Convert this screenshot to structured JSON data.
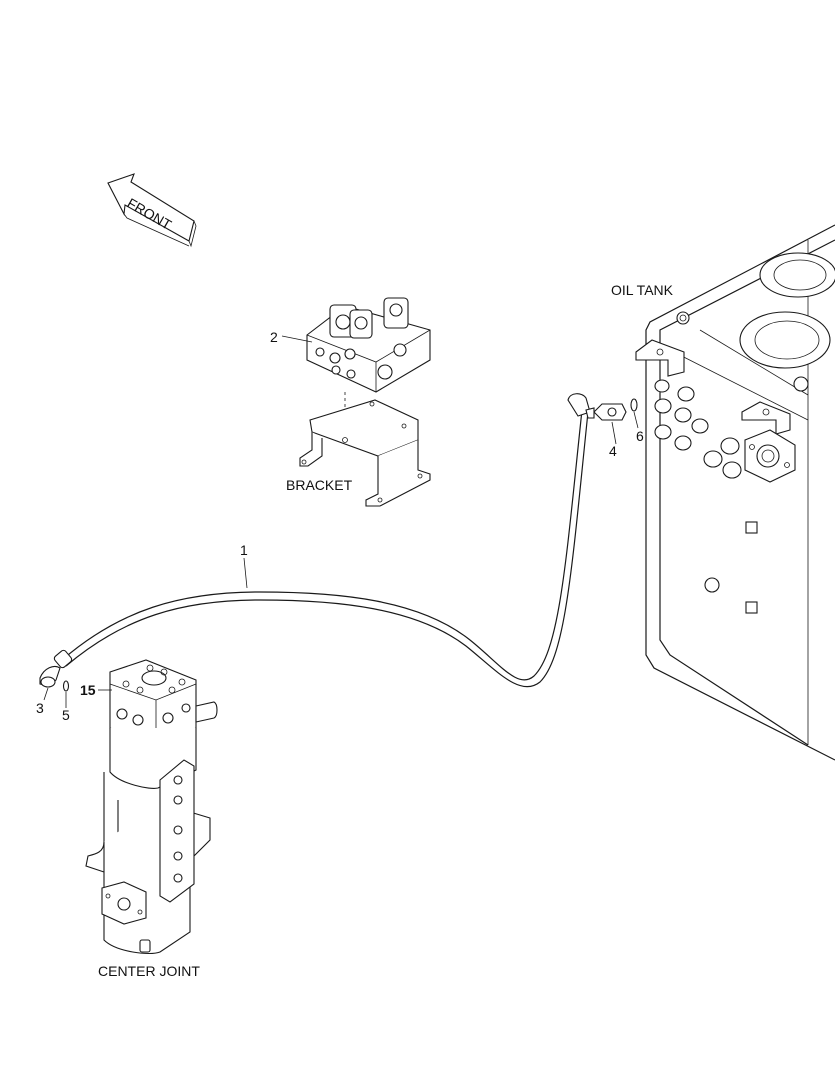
{
  "direction_arrow": {
    "label": "FRONT",
    "icon": "front-direction-arrow-icon"
  },
  "components": {
    "oil_tank": "OIL TANK",
    "bracket": "BRACKET",
    "center_joint": "CENTER JOINT"
  },
  "callouts": {
    "item_1": "1",
    "item_2": "2",
    "item_3": "3",
    "item_4": "4",
    "item_5": "5",
    "item_6": "6",
    "item_15": "15"
  }
}
